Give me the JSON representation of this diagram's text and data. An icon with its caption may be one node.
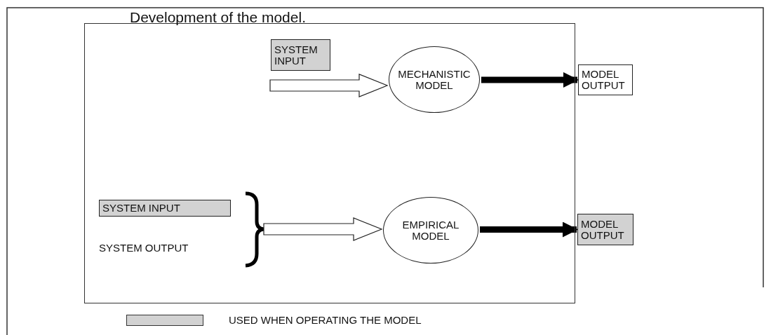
{
  "diagram": {
    "title": "Development of the model.",
    "nodes": [
      {
        "text": [],
        "shape": "box"
      },
      {
        "text": [
          "SYSTEM INPUT"
        ],
        "in": 0
      },
      {
        "text": [
          "MECHANISTIC MODEL"
        ],
        "in": 0
      },
      {
        "text": [
          "MODEL OUTPUT"
        ]
      },
      {
        "text": [
          "SYSTEM INPUT"
        ],
        "in": 0
      },
      {
        "text": [
          "SYSTEM OUTPUT"
        ],
        "in": 0
      },
      {
        "text": [
          "EMPIRICAL MODEL"
        ],
        "in": 0
      },
      {
        "text": [
          "MODEL OUTPUT"
        ]
      }
    ],
    "edges": [
      {
        "from": 1,
        "to": 2,
        "arrow": "to"
      },
      {
        "from": 2,
        "to": 3,
        "arrow": "to"
      },
      {
        "from": 4,
        "to": 6,
        "arrow": "to"
      },
      {
        "from": 5,
        "to": 6,
        "arrow": "to"
      },
      {
        "from": 6,
        "to": 7,
        "arrow": "to"
      }
    ],
    "legend": [
      {
        "text": "USED WHEN OPERATING THE MODEL",
        "color": "#d2d2d2"
      }
    ]
  }
}
